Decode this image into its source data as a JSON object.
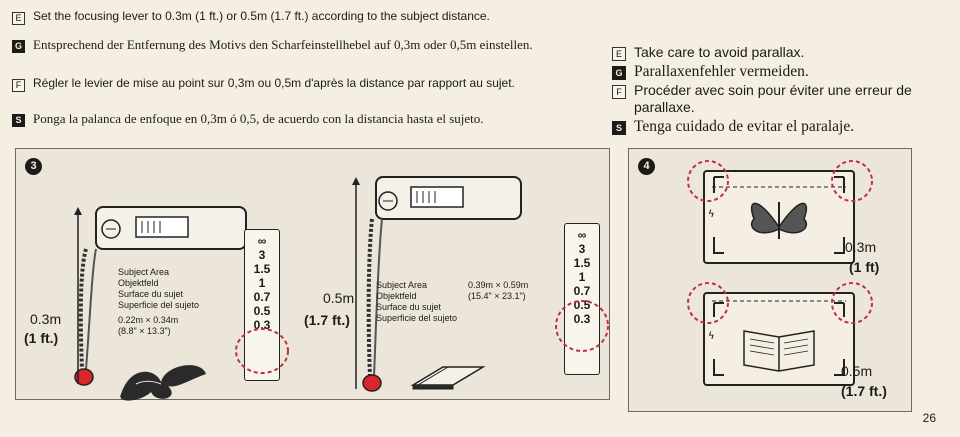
{
  "instructions": [
    {
      "lang": "E",
      "style": "outline",
      "serif": false,
      "text": "Set the focusing lever to 0.3m (1 ft.) or 0.5m (1.7 ft.) according to the subject distance."
    },
    {
      "lang": "G",
      "style": "solid",
      "serif": true,
      "text": "Entsprechend der Entfernung des Motivs den Scharfeinstellhebel auf 0,3m oder 0,5m einstellen."
    },
    {
      "lang": "F",
      "style": "outline",
      "serif": false,
      "text": "Régler le levier de mise au point sur 0,3m ou 0,5m d'après la distance par rapport au sujet."
    },
    {
      "lang": "S",
      "style": "solid",
      "serif": true,
      "text": "Ponga la palanca de enfoque en 0,3m ó 0,5, de acuerdo con la distancia hasta el sujeto."
    }
  ],
  "parallax": [
    {
      "lang": "E",
      "style": "outline",
      "serif": false,
      "text": "Take care to avoid parallax."
    },
    {
      "lang": "G",
      "style": "solid",
      "serif": true,
      "text": "Parallaxenfehler vermeiden."
    },
    {
      "lang": "F",
      "style": "outline",
      "serif": false,
      "text": "Procéder avec soin pour éviter une erreur de parallaxe."
    },
    {
      "lang": "S",
      "style": "solid",
      "serif": true,
      "text": "Tenga cuidado de evitar el paralaje."
    }
  ],
  "panel3": {
    "number": "3",
    "near": {
      "distance_m": "0.3m",
      "distance_ft": "(1 ft.)",
      "area_lines": [
        "Subject Area",
        "Objektfeld",
        "Surface du sujet",
        "Superficie del sujeto"
      ],
      "size_m": "0.22m × 0.34m",
      "size_in": "(8.8\" × 13.3\")"
    },
    "far": {
      "distance_m": "0.5m",
      "distance_ft": "(1.7 ft.)",
      "area_lines": [
        "Subject Area",
        "Objektfeld",
        "Surface du sujet",
        "Superficie del sujeto"
      ],
      "size_m": "0.39m × 0.59m",
      "size_in": "(15.4\" × 23.1\")"
    },
    "scale_marks": [
      "∞",
      "3",
      "1.5",
      "1",
      "0.7",
      "0.5",
      "0.3"
    ]
  },
  "panel4": {
    "number": "4",
    "near_m": "0.3m",
    "near_ft": "(1 ft)",
    "far_m": "0.5m",
    "far_ft": "(1.7 ft.)"
  },
  "page_number": "26"
}
